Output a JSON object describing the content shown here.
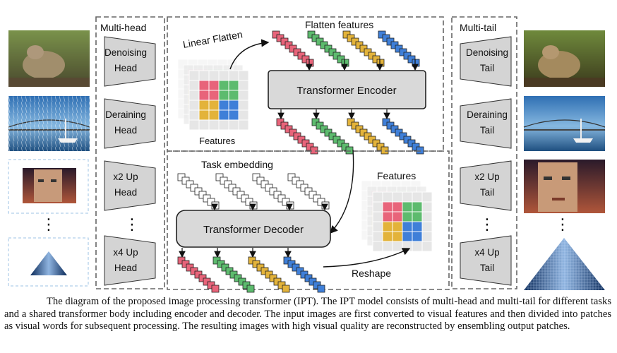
{
  "figure": {
    "multi_head": {
      "title": "Multi-head",
      "heads": [
        [
          "Denoising",
          "Head"
        ],
        [
          "Deraining",
          "Head"
        ],
        [
          "x2 Up",
          "Head"
        ],
        [
          "x4 Up",
          "Head"
        ]
      ]
    },
    "multi_tail": {
      "title": "Multi-tail",
      "tails": [
        [
          "Denoising",
          "Tail"
        ],
        [
          "Deraining",
          "Tail"
        ],
        [
          "x2 Up",
          "Tail"
        ],
        [
          "x4 Up",
          "Tail"
        ]
      ]
    },
    "encoder": {
      "linear_flatten": "Linear Flatten",
      "flatten_features": "Flatten features",
      "features": "Features",
      "encoder_label": "Transformer Encoder"
    },
    "decoder": {
      "task_embedding": "Task embedding",
      "decoder_label": "Transformer Decoder",
      "features": "Features",
      "reshape": "Reshape"
    },
    "ellipsis": "⋮",
    "patch_colors": [
      "#e8647a",
      "#5dbb6e",
      "#e3b33a",
      "#3f7fd8"
    ],
    "input_images": [
      "noisy bird",
      "rainy bridge",
      "low-res face",
      "low-res building"
    ],
    "output_images": [
      "clean bird",
      "clear bridge",
      "hi-res face",
      "hi-res building"
    ]
  },
  "caption": "The diagram of the proposed image processing transformer (IPT). The IPT model consists of multi-head and multi-tail for different tasks and a shared transformer body including encoder and decoder. The input images are first converted to visual features and then divided into patches as visual words for subsequent processing. The resulting images with high visual quality are reconstructed by ensembling output patches."
}
